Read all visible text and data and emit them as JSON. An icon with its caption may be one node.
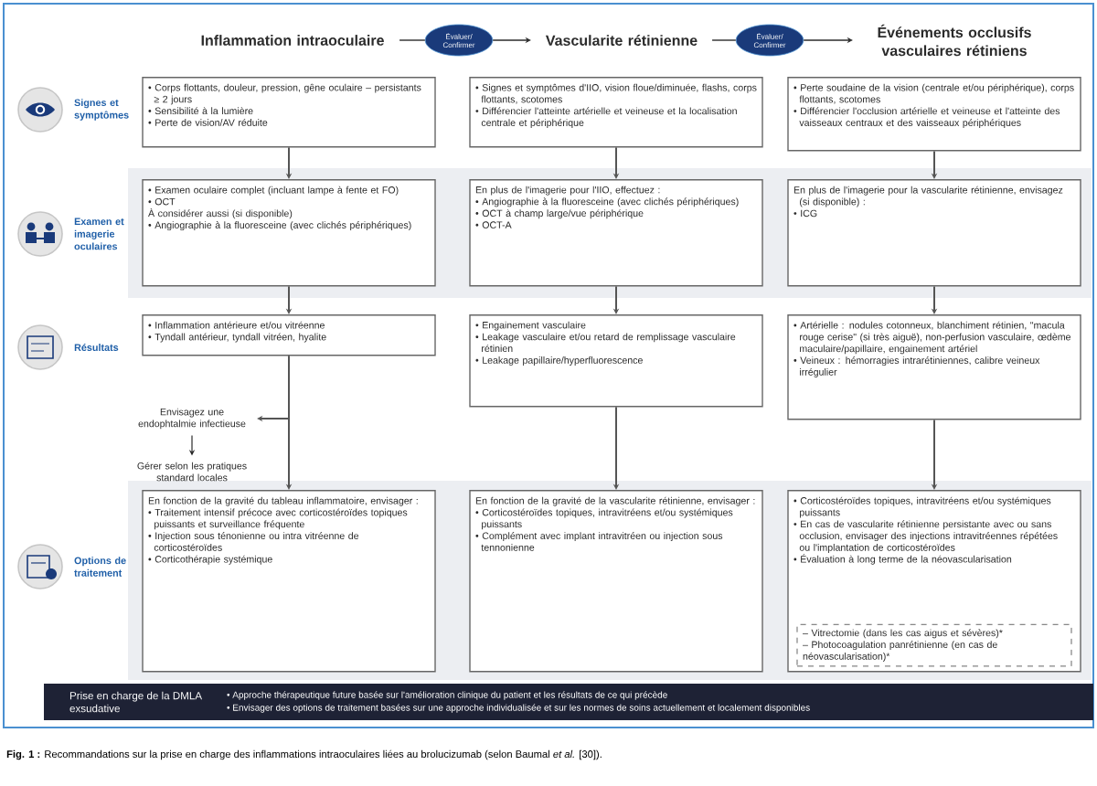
{
  "diagram": {
    "caption": "**Fig. 1 :** Recommandations sur la prise en charge des inflammations intraoculaires liées au brolucizumab (selon Baumal *et al.* [30]).",
    "nodes": [
      {
        "text": [
          "Inflammation intraoculaire"
        ]
      },
      {
        "text": [
          "Vascularite rétinienne"
        ]
      },
      {
        "text": [
          "Événements occlusifs vasculaires rétiniens"
        ]
      },
      {
        "text": [
          "Évaluer/ Confirmer"
        ]
      },
      {
        "text": [
          "Évaluer/ Confirmer"
        ]
      },
      {
        "text": [
          "• Corps flottants, douleur, pression, gêne oculaire – persistants ≥ 2 jours",
          "• Sensibilité à la lumière",
          "• Perte de vision/AV réduite"
        ]
      },
      {
        "text": [
          "• Signes et symptômes d'IIO, vision floue/diminuée, flashs, corps flottants, scotomes",
          "• Différencier l'atteinte artérielle et veineuse et la localisation centrale et périphérique"
        ]
      },
      {
        "text": [
          "• Perte soudaine de la vision (centrale et/ou périphérique), corps flottants, scotomes",
          "• Différencier l'occlusion artérielle et veineuse et l'atteinte des vaisseaux centraux et des vaisseaux périphériques"
        ]
      },
      {
        "text": [
          "• Examen oculaire complet (incluant lampe à fente et FO)",
          "• OCT",
          "À considérer aussi (si disponible)",
          "• Angiographie à la fluoresceine (avec clichés périphériques)"
        ]
      },
      {
        "text": [
          "En plus de l'imagerie pour l'IIO, effectuez :",
          "• Angiographie à la fluoresceine (avec clichés périphériques)",
          "• OCT à champ large/vue périphérique",
          "• OCT-A"
        ]
      },
      {
        "text": [
          "En plus de l'imagerie pour la vascularite rétinienne, envisagez (si disponible) :",
          "• ICG"
        ]
      },
      {
        "text": [
          "• Inflammation antérieure et/ou vitréenne",
          "• Tyndall antérieur, tyndall vitréen, hyalite"
        ]
      },
      {
        "text": [
          "• Engainement vasculaire",
          "• Leakage vasculaire et/ou retard de remplissage vasculaire rétinien",
          "• Leakage papillaire/hyperfluorescence"
        ]
      },
      {
        "text": [
          "• Artérielle : nodules cotonneux, blanchiment rétinien, \"macula rouge cerise\" (si très aiguë), non-perfusion vasculaire, œdème maculaire/papillaire, engainement artériel",
          "• Veineux : hémorragies intrarétiniennes, calibre veineux irrégulier"
        ]
      },
      {
        "text": [
          "En fonction de la gravité du tableau inflammatoire, envisager :",
          "• Traitement intensif précoce avec corticostéroïdes topiques puissants et surveillance fréquente",
          "• Injection sous ténonienne ou intra vitréenne de corticostéroïdes",
          "• Corticothérapie systémique"
        ]
      },
      {
        "text": [
          "En fonction de la gravité de la vascularite rétinienne, envisager :",
          "• Corticostéroïdes topiques, intravitréens et/ou systémiques puissants",
          "• Complément avec implant intravitréen ou injection sous tennonienne"
        ]
      },
      {
        "text": [
          "• Corticostéroïdes topiques, intravitréens et/ou systémiques puissants",
          "• En cas de vascularite rétinienne persistante avec ou sans occlusion, envisager des injections intravitréennes répétées ou l'implantation de corticostéroïdes",
          "• Évaluation à long terme de la néovascularisation"
        ]
      },
      {
        "text": [
          "– Vitrectomie (dans les cas aigus et sévères)*",
          "– Photocoagulation panrétinienne (en cas de néovascularisation)*"
        ],
        "in": 16
      },
      {
        "text": [
          "Envisagez une endophtalmie infectieuse"
        ]
      },
      {
        "text": [
          "Gérer selon les pratiques standard locales"
        ]
      },
      {
        "text": [
          "Prise en charge de la DMLA exsudative",
          "• Approche thérapeutique future basée sur l'amélioration clinique du patient et les résultats de ce qui précède",
          "• Envisager des options de traitement basées sur une approche individualisée et sur les normes de soins actuellement et localement disponibles"
        ]
      }
    ],
    "edges": [
      {
        "from": 0,
        "to": 3,
        "arrow": "none"
      },
      {
        "from": 3,
        "to": 1,
        "arrow": "to"
      },
      {
        "from": 1,
        "to": 4,
        "arrow": "none"
      },
      {
        "from": 4,
        "to": 2,
        "arrow": "to"
      },
      {
        "from": 5,
        "to": 8,
        "arrow": "to"
      },
      {
        "from": 8,
        "to": 11,
        "arrow": "to"
      },
      {
        "from": 11,
        "to": 14,
        "arrow": "to"
      },
      {
        "from": 11,
        "to": 18,
        "arrow": "to"
      },
      {
        "from": 18,
        "to": 19,
        "arrow": "to"
      },
      {
        "from": 6,
        "to": 9,
        "arrow": "to"
      },
      {
        "from": 9,
        "to": 12,
        "arrow": "to"
      },
      {
        "from": 12,
        "to": 15,
        "arrow": "to"
      },
      {
        "from": 7,
        "to": 10,
        "arrow": "to"
      },
      {
        "from": 10,
        "to": 13,
        "arrow": "to"
      },
      {
        "from": 13,
        "to": 16,
        "arrow": "to"
      }
    ],
    "labels": [
      "Signes et symptômes",
      "Examen et imagerie oculaires",
      "Résultats",
      "Options de traitement"
    ]
  }
}
